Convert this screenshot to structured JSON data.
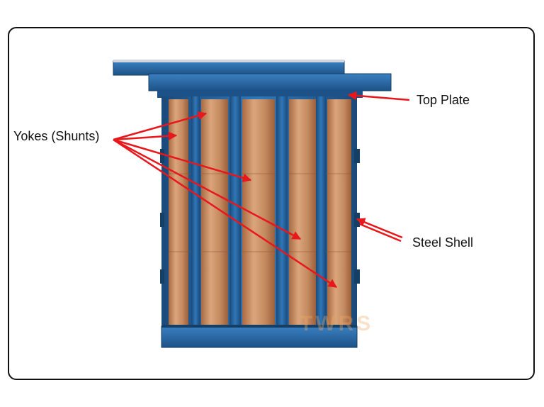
{
  "labels": {
    "yokes": "Yokes (Shunts)",
    "top_plate": "Top Plate",
    "steel_shell": "Steel Shell"
  },
  "watermark": "TWRS",
  "colors": {
    "steel": "#24619c",
    "steel_dark": "#1a4a7a",
    "copper": "#c48a60",
    "copper_light": "#dba57c",
    "arrow": "#e8171b",
    "frame": "#111111"
  }
}
